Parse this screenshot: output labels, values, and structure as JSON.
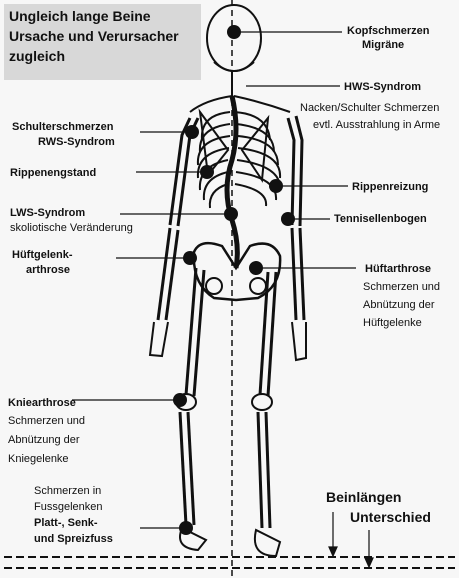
{
  "title": [
    "Ungleich lange Beine",
    "Ursache und Verursacher",
    "zugleich"
  ],
  "labels": {
    "kopf": [
      "Kopfschmerzen",
      "Migräne"
    ],
    "hws": "HWS-Syndrom",
    "nacken": [
      "Nacken/Schulter Schmerzen",
      "evtl. Ausstrahlung in Arme"
    ],
    "schulter": [
      "Schulterschmerzen",
      "RWS-Syndrom"
    ],
    "rippeneng": "Rippenengstand",
    "rippenreiz": "Rippenreizung",
    "lws": "LWS-Syndrom",
    "lws_sub": "skoliotische Veränderung",
    "tennis": "Tennisellenbogen",
    "hueftgelenk": [
      "Hüftgelenk-",
      "arthrose"
    ],
    "hueftarthrose": "Hüftarthrose",
    "hueftarthrose_sub": [
      "Schmerzen und",
      "Abnützung der",
      "Hüftgelenke"
    ],
    "knie": "Kniearthrose",
    "knie_sub": [
      "Schmerzen und",
      "Abnützung der",
      "Kniegelenke"
    ],
    "fuss": [
      "Schmerzen in",
      "Fussgelenken"
    ],
    "fuss_b": [
      "Platt-, Senk-",
      "und Spreizfuss"
    ],
    "bein": [
      "Beinlängen",
      "Unterschied"
    ]
  }
}
